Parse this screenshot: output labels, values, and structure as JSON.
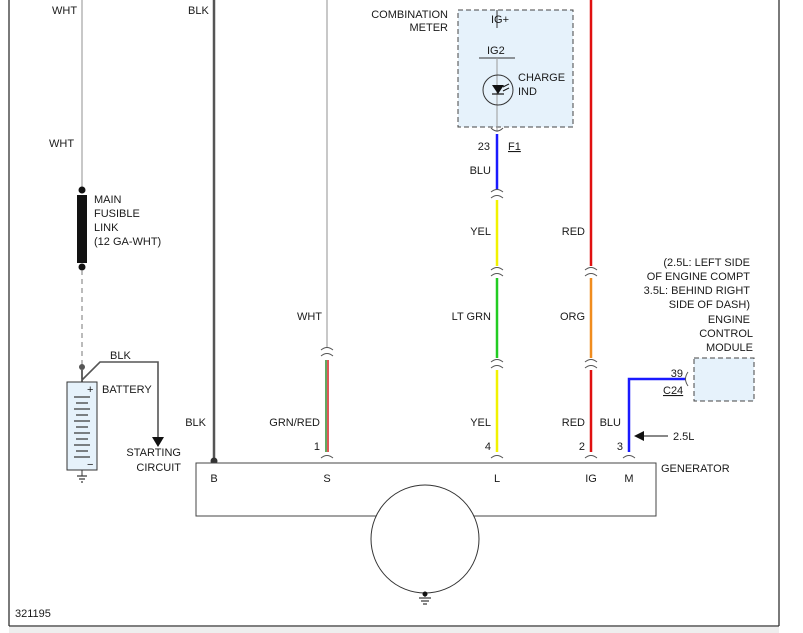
{
  "labels": {
    "wht_top": "WHT",
    "blk_top": "BLK",
    "combination_meter_1": "COMBINATION",
    "combination_meter_2": "METER",
    "ig_plus": "IG+",
    "ig2": "IG2",
    "charge_ind_1": "CHARGE",
    "charge_ind_2": "IND",
    "pin_23": "23",
    "conn_f1": "F1",
    "wht_mid": "WHT",
    "blu_meter": "BLU",
    "fuse_1": "MAIN",
    "fuse_2": "FUSIBLE",
    "fuse_3": "LINK",
    "fuse_4": "(12 GA-WHT)",
    "yel_upper": "YEL",
    "red_upper": "RED",
    "ecm_loc_1": "(2.5L: LEFT SIDE",
    "ecm_loc_2": "OF ENGINE COMPT",
    "ecm_loc_3": "3.5L: BEHIND RIGHT",
    "ecm_loc_4": "SIDE OF DASH)",
    "ecm_1": "ENGINE",
    "ecm_2": "CONTROL",
    "ecm_3": "MODULE",
    "wht_s": "WHT",
    "ltgrn": "LT GRN",
    "org": "ORG",
    "blk_batt": "BLK",
    "battery": "BATTERY",
    "pin_39": "39",
    "conn_c24": "C24",
    "blk_b": "BLK",
    "grnred": "GRN/RED",
    "yel_lower": "YEL",
    "red_lower": "RED",
    "blu_lower": "BLU",
    "pin_1": "1",
    "pin_4": "4",
    "pin_2": "2",
    "pin_3": "3",
    "engine_25l": "2.5L",
    "starting_1": "STARTING",
    "starting_2": "CIRCUIT",
    "term_b": "B",
    "term_s": "S",
    "term_l": "L",
    "term_ig": "IG",
    "term_m": "M",
    "generator": "GENERATOR",
    "diagram_id": "321195",
    "battery_plus": "+",
    "battery_minus": "−"
  },
  "colors": {
    "wht": "#c8c8c8",
    "blk": "#555555",
    "blu": "#1a1aff",
    "yel": "#f2f200",
    "ltgrn": "#22cc22",
    "red": "#e01010",
    "org": "#f08c1e",
    "grnred_grn": "#2e8b2e",
    "grnred_red": "#d02020",
    "box_fill": "#e6f2fb",
    "line": "#333333"
  },
  "icons": {
    "charge_indicator": "led-icon",
    "ground": "ground-icon",
    "battery": "battery-icon",
    "fusible_link": "fusible-link-icon",
    "starting_arrow": "arrow-down-icon",
    "engine_arrow": "arrow-left-icon"
  }
}
